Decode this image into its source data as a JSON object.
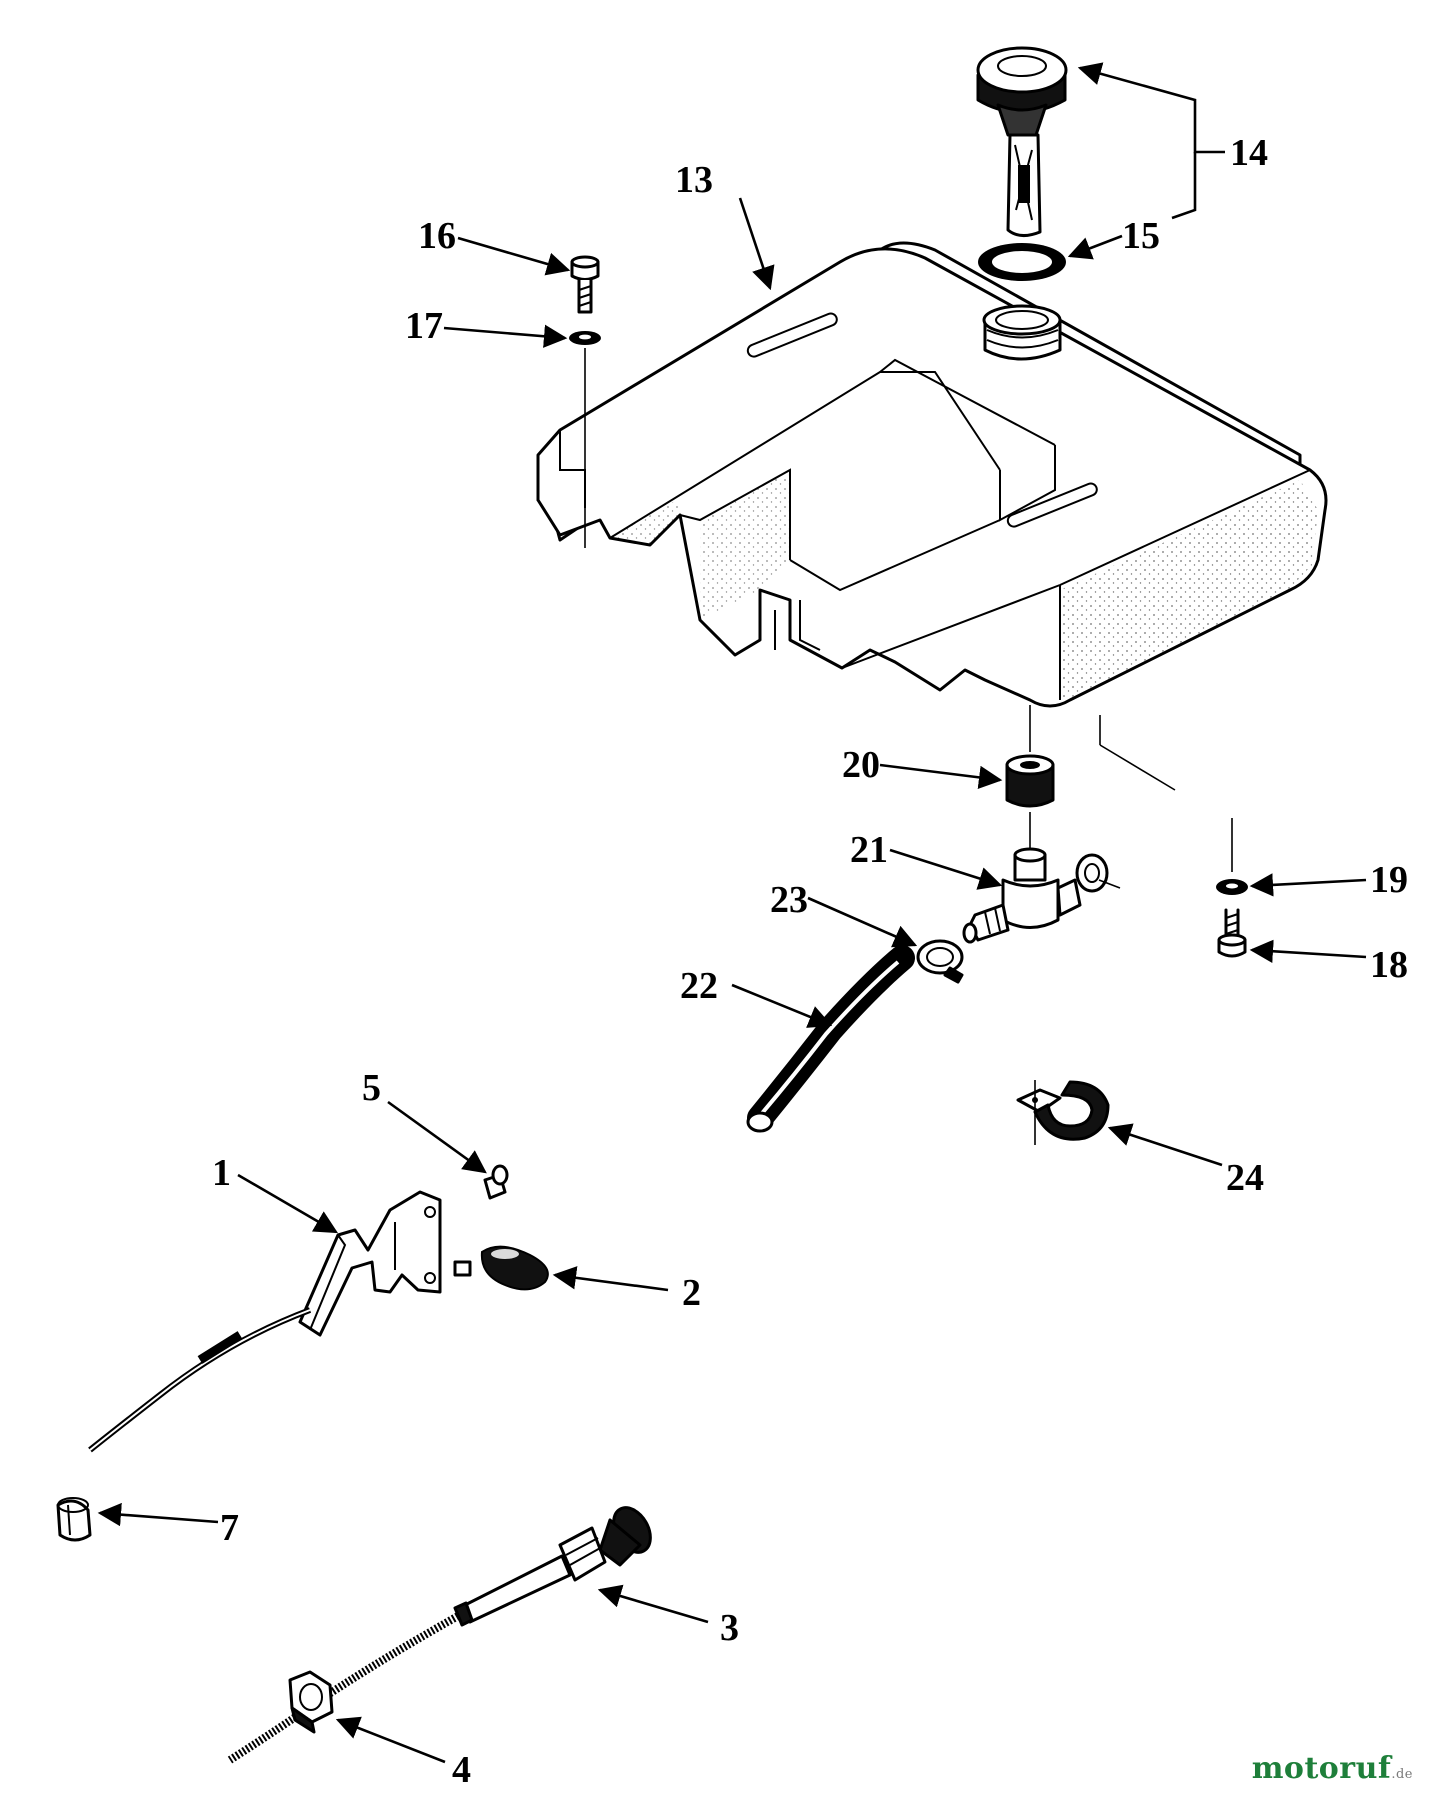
{
  "diagram": {
    "callouts": [
      {
        "id": "c1",
        "label": "1"
      },
      {
        "id": "c2",
        "label": "2"
      },
      {
        "id": "c3",
        "label": "3"
      },
      {
        "id": "c4",
        "label": "4"
      },
      {
        "id": "c5",
        "label": "5"
      },
      {
        "id": "c7",
        "label": "7"
      },
      {
        "id": "c13",
        "label": "13"
      },
      {
        "id": "c14",
        "label": "14"
      },
      {
        "id": "c15",
        "label": "15"
      },
      {
        "id": "c16",
        "label": "16"
      },
      {
        "id": "c17",
        "label": "17"
      },
      {
        "id": "c18",
        "label": "18"
      },
      {
        "id": "c19",
        "label": "19"
      },
      {
        "id": "c20",
        "label": "20"
      },
      {
        "id": "c21",
        "label": "21"
      },
      {
        "id": "c22",
        "label": "22"
      },
      {
        "id": "c23",
        "label": "23"
      },
      {
        "id": "c24",
        "label": "24"
      }
    ]
  },
  "watermark": {
    "brand": "motoruf",
    "suffix": ".de",
    "color": "#1e7f3a"
  }
}
